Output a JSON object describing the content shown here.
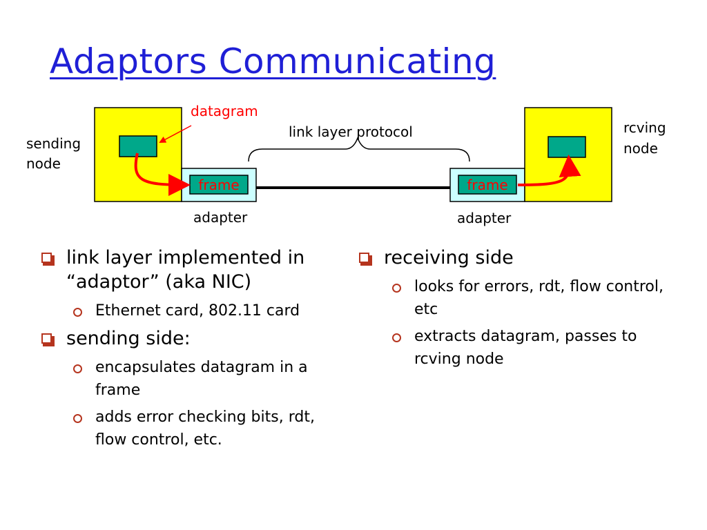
{
  "title": "Adaptors Communicating",
  "diagram": {
    "labels": {
      "datagram": "datagram",
      "link_layer_protocol": "link layer protocol",
      "sending_node": [
        "sending",
        "node"
      ],
      "rcving_node": [
        "rcving",
        "node"
      ],
      "frame_left": "frame",
      "frame_right": "frame",
      "adapter_left": "adapter",
      "adapter_right": "adapter"
    },
    "colors": {
      "node_fill": "#ffff00",
      "adapter_fill": "#ccffff",
      "datagram_fill": "#00a88a",
      "arrow": "#ff0000",
      "title": "#1f1fd6",
      "bullet": "#b5341e"
    }
  },
  "left_bullets": [
    {
      "text": "link layer implemented in “adaptor” (aka NIC)",
      "sub": [
        "Ethernet card, 802.11 card"
      ]
    },
    {
      "text": "sending side:",
      "sub": [
        "encapsulates datagram in a frame",
        "adds error checking bits, rdt, flow control, etc."
      ]
    }
  ],
  "right_bullets": [
    {
      "text": "receiving side",
      "sub": [
        "looks for errors, rdt, flow control, etc",
        "extracts datagram, passes to rcving node"
      ]
    }
  ]
}
